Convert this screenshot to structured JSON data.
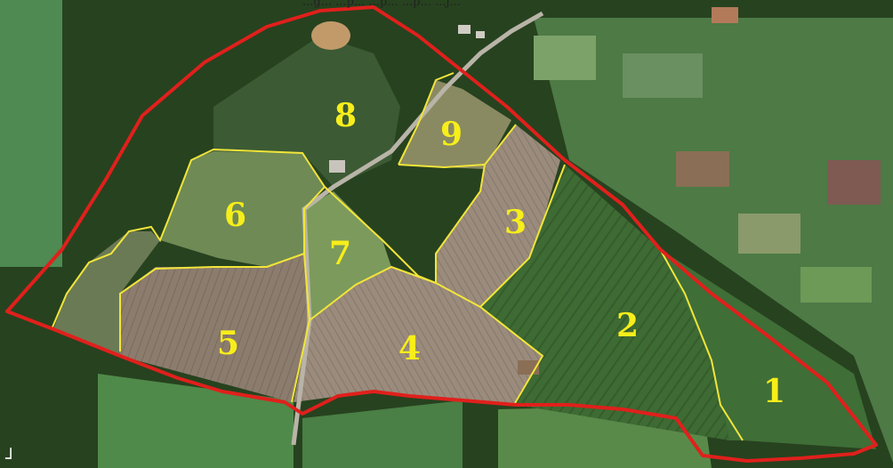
{
  "map": {
    "caption_fragment": "...g... ...p... ...p... ...p... ...j...",
    "colors": {
      "property_boundary": "#e0201c",
      "plot_division": "#f2e53a",
      "plot_label": "#f7ee1a",
      "forest": "#1f3a1c",
      "crop_green": "#4f7f3a",
      "bare_soil": "#8a7a6a",
      "road": "#b9b4a8"
    },
    "plots": [
      {
        "id": "1",
        "label": "1"
      },
      {
        "id": "2",
        "label": "2"
      },
      {
        "id": "3",
        "label": "3"
      },
      {
        "id": "4",
        "label": "4"
      },
      {
        "id": "5",
        "label": "5"
      },
      {
        "id": "6",
        "label": "6"
      },
      {
        "id": "7",
        "label": "7"
      },
      {
        "id": "8",
        "label": "8"
      },
      {
        "id": "9",
        "label": "9"
      }
    ],
    "corner_mark": "┘"
  }
}
